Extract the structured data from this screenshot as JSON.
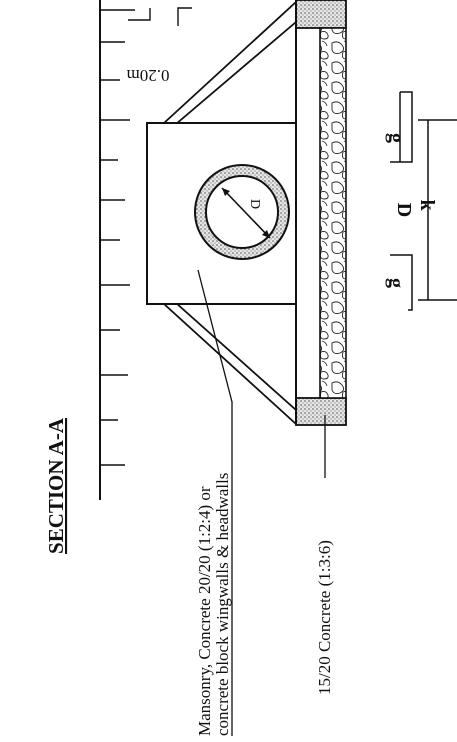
{
  "drawing": {
    "title": "SECTION A-A",
    "dim_top_label": "0.20m",
    "pipe_label": "D",
    "dims": {
      "g_left": "g",
      "D": "D",
      "g_right": "g",
      "k": "k"
    },
    "callouts": {
      "masonry_line1": "Mansonry, Concrete 20/20  (1:2:4) or",
      "masonry_line2": "concrete block wingwalls & headwalls",
      "base": "15/20 Concrete (1:3:6)"
    },
    "colors": {
      "ink": "#111111",
      "stipple": "#bdbdbd",
      "paper": "#ffffff"
    }
  }
}
